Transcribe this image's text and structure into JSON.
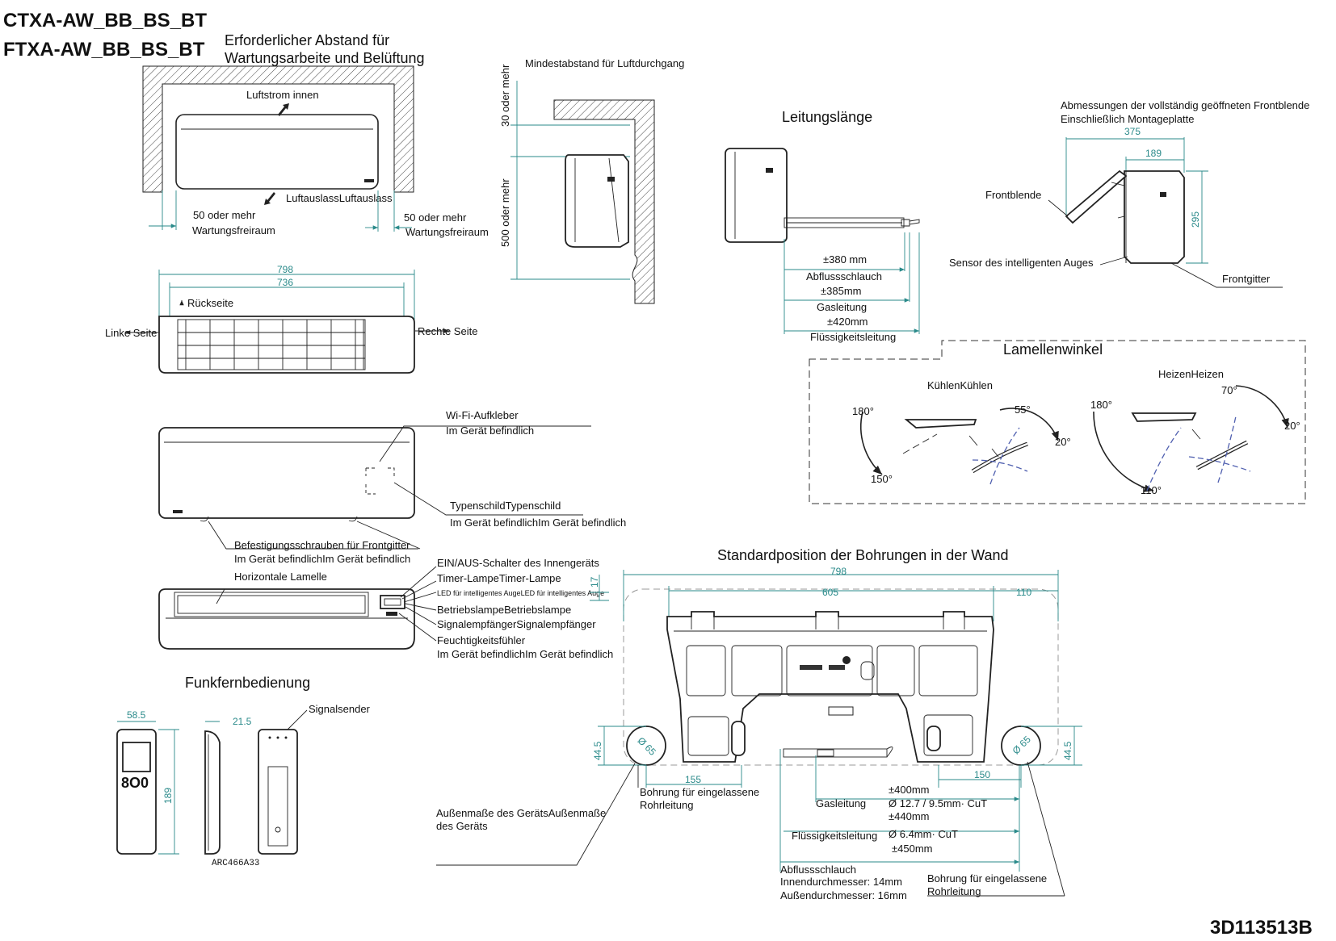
{
  "models": {
    "line1": "CTXA-AW_BB_BS_BT",
    "line2": "FTXA-AW_BB_BS_BT"
  },
  "drawing_number": "3D113513B",
  "clearance": {
    "title_line1": "Erforderlicher Abstand für",
    "title_line2": "Wartungsarbeite und Belüftung",
    "airflow_in": "Luftstrom innen",
    "airflow_out": "LuftauslassLuftauslass",
    "left_value": "50 oder mehr",
    "left_label": "Wartungsfreiraum",
    "right_value": "50 oder mehr",
    "right_label": "Wartungsfreiraum"
  },
  "side_clearance": {
    "title": "Mindestabstand für Luftdurchgang",
    "top_value": "30 oder mehr",
    "bottom_value": "500 oder mehr"
  },
  "pipe_length": {
    "title": "Leitungslänge",
    "drain_len": "±380 mm",
    "drain_label": "Abflussschlauch",
    "gas_len": "±385mm",
    "gas_label": "Gasleitung",
    "liquid_len": "±420mm",
    "liquid_label": "Flüssigkeitsleitung"
  },
  "open_panel": {
    "title_line1": "Abmessungen der vollständig geöffneten Frontblende",
    "title_line2": "Einschließlich Montageplatte",
    "dim_total": "375",
    "dim_depth": "189",
    "dim_height": "295",
    "front_panel": "Frontblende",
    "sensor": "Sensor des intelligenten Auges",
    "front_grille": "Frontgitter"
  },
  "top_view": {
    "dim_outer": "798",
    "dim_inner": "736",
    "rear": "Rückseite",
    "left": "Linke Seite",
    "right": "Rechte Seite"
  },
  "louver": {
    "title": "Lamellenwinkel",
    "cooling": {
      "title": "KühlenKühlen",
      "a1": "180°",
      "a2": "150°",
      "a3": "55°",
      "a4": "20°"
    },
    "heating": {
      "title": "HeizenHeizen",
      "a1": "180°",
      "a2": "110°",
      "a3": "70°",
      "a4": "20°"
    }
  },
  "front_view": {
    "wifi": "Wi-Fi-Aufkleber",
    "wifi_sub": "Im Gerät befindlich",
    "nameplate": "TypenschildTypenschild",
    "nameplate_sub": "Im Gerät befindlichIm Gerät befindlich",
    "screws": "Befestigungsschrauben für Frontgitter",
    "screws_sub": "Im Gerät befindlichIm Gerät befindlich"
  },
  "bottom_view": {
    "louver": "Horizontale Lamelle",
    "onoff": "EIN/AUS-Schalter des Innengeräts",
    "timer": "Timer-LampeTimer-Lampe",
    "led": "LED für intelligentes AugeLED für intelligentes Auge",
    "operation": "BetriebslampeBetriebslampe",
    "signal": "SignalempfängerSignalempfänger",
    "humidity": "Feuchtigkeitsfühler",
    "humidity_sub": "Im Gerät befindlichIm Gerät befindlich",
    "dim17": "17"
  },
  "remote": {
    "title": "Funkfernbedienung",
    "signal": "Signalsender",
    "width": "58.5",
    "depth": "21.5",
    "height": "189",
    "model": "ARC466A33",
    "buttons": "8O0"
  },
  "wall": {
    "title": "Standardposition der Bohrungen in der Wand",
    "dim_total": "798",
    "dim_mid": "605",
    "dim_right": "110",
    "dim_left_h": "44.5",
    "dim_right_h": "44.5",
    "hole_left": "Ø 65",
    "hole_right": "Ø 65",
    "dim_155": "155",
    "dim_150": "150",
    "bore_left_1": "Bohrung für eingelassene",
    "bore_left_2": "Rohrleitung",
    "outer_1": "Außenmaße des GerätsAußenmaße",
    "outer_2": "des Geräts",
    "gas_len": "±400mm",
    "gas_label": "Gasleitung",
    "gas_spec": "Ø 12.7 / 9.5mm· CuT",
    "liquid_len": "±440mm",
    "liquid_label": "Flüssigkeitsleitung",
    "liquid_spec": "Ø 6.4mm· CuT",
    "drain_len": "±450mm",
    "drain_label": "Abflussschlauch",
    "drain_in": "Innendurchmesser: 14mm",
    "drain_out": "Außendurchmesser: 16mm",
    "bore_right_1": "Bohrung für eingelassene",
    "bore_right_2": "Rohrleitung"
  }
}
